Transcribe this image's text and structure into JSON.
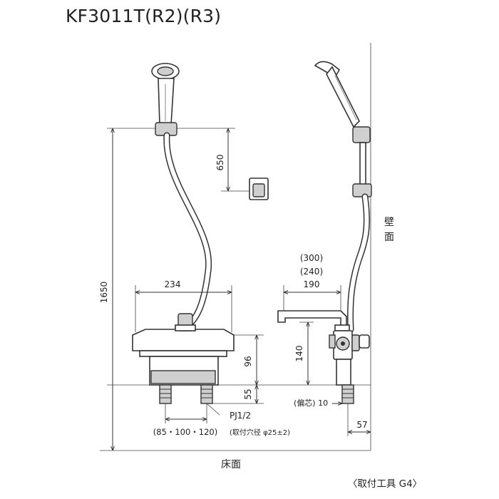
{
  "title": "KF3011T(R2)(R3)",
  "labels": {
    "height_total": "1650",
    "hook_height": "650",
    "width_body": "234",
    "body_height": "96",
    "inlet_height": "55",
    "pipe_thread": "PJ1/2",
    "inlet_pitch": "(85・100・120)",
    "mount_hole": "(取付穴径 φ25±2)",
    "spout_300": "(300)",
    "spout_240": "(240)",
    "spout_190": "190",
    "spout_height": "140",
    "offset": "(偏芯) 10",
    "wall_dist": "57",
    "wall_label_1": "壁",
    "wall_label_2": "面",
    "floor_label": "床面",
    "tool": "〈取付工具 G4〉"
  }
}
